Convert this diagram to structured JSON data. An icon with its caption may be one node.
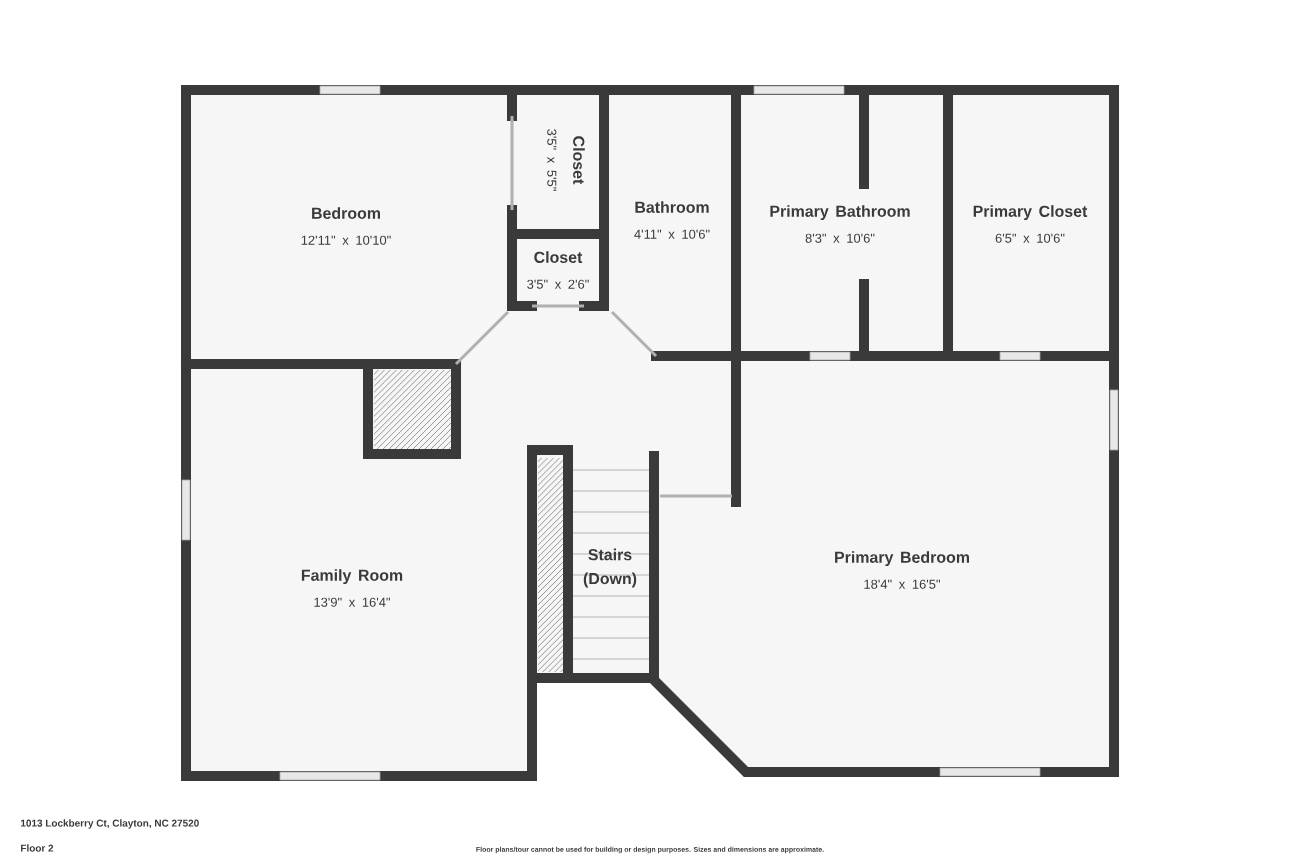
{
  "diagram": {
    "nodes": [
      {
        "text": [
          "Bedroom",
          "12'11\" x 10'10\""
        ]
      },
      {
        "text": [
          "Closet",
          "3'5\" x 5'5\""
        ]
      },
      {
        "text": [
          "Closet",
          "3'5\" x 2'6\""
        ]
      },
      {
        "text": [
          "Bathroom",
          "4'11\" x 10'6\""
        ]
      },
      {
        "text": [
          "Primary Bathroom",
          "8'3\" x 10'6\""
        ]
      },
      {
        "text": [
          "Primary Closet",
          "6'5\" x 10'6\""
        ]
      },
      {
        "text": [
          "Family Room",
          "13'9\" x 16'4\""
        ]
      },
      {
        "text": [
          "Stairs (Down)"
        ]
      },
      {
        "text": [
          "Primary Bedroom",
          "18'4\" x 16'5\""
        ]
      }
    ],
    "labels": [
      "1013 Lockberry Ct, Clayton, NC 27520",
      "Floor 2",
      "Floor plans/tour cannot be used for building or design purposes. Sizes and dimensions are approximate."
    ]
  }
}
